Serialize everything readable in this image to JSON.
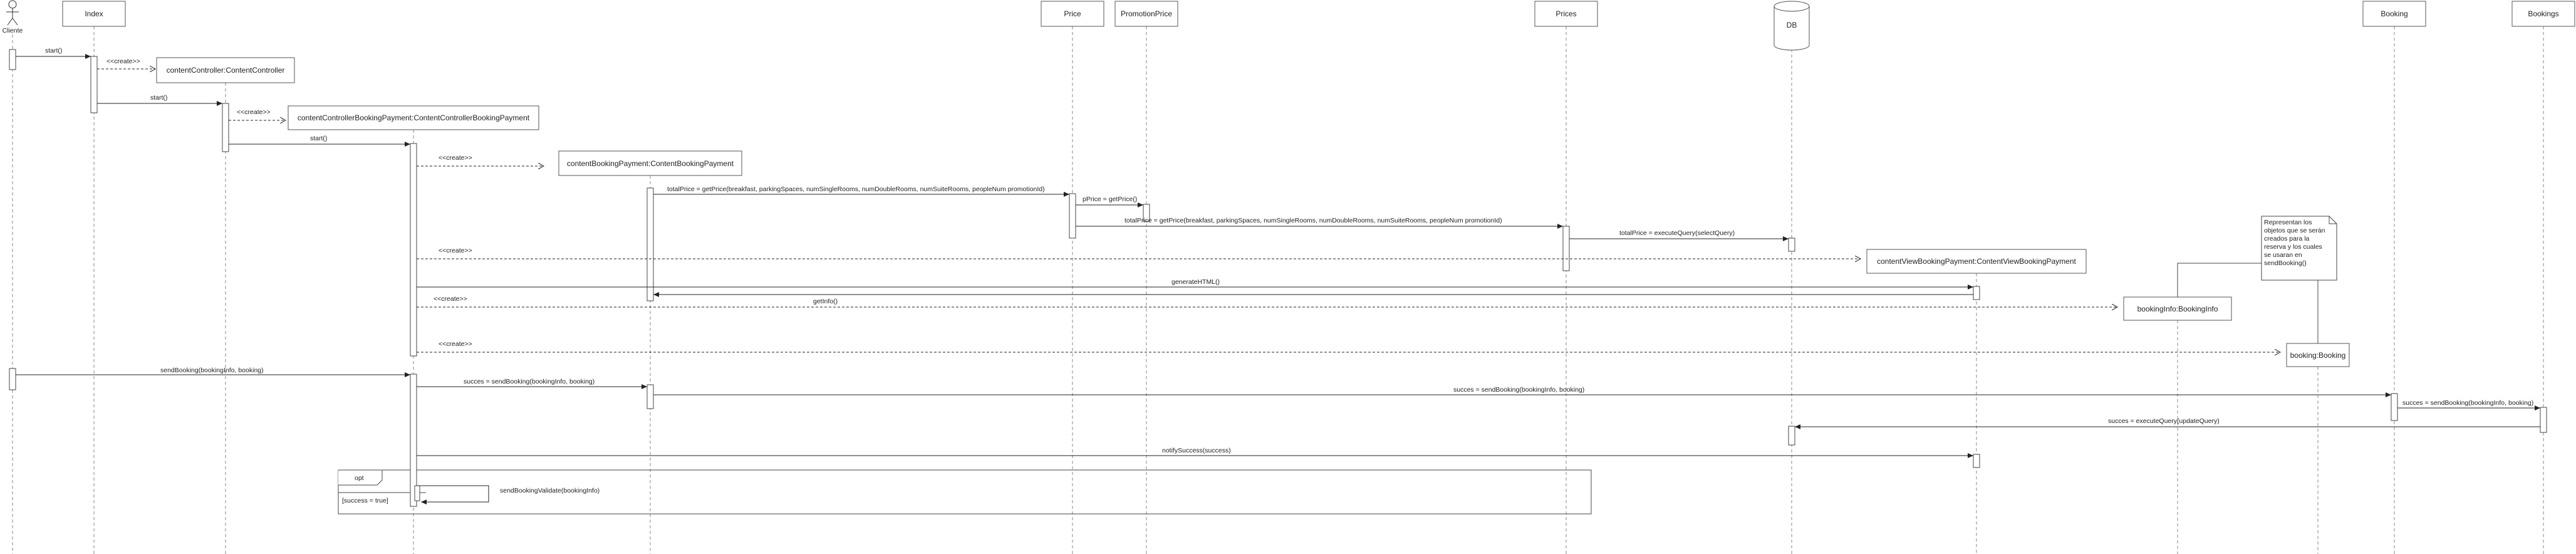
{
  "actor": {
    "label": "Cliente"
  },
  "participants": {
    "index": "Index",
    "price": "Price",
    "promotion_price": "PromotionPrice",
    "prices": "Prices",
    "db": "DB",
    "booking": "Booking",
    "bookings": "Bookings"
  },
  "objects": {
    "content_controller": "contentController:ContentController",
    "content_controller_booking_payment": "contentControllerBookingPayment:ContentControllerBookingPayment",
    "content_booking_payment": "contentBookingPayment:ContentBookingPayment",
    "content_view_booking_payment": "contentViewBookingPayment:ContentViewBookingPayment",
    "booking_info": "bookingInfo:BookingInfo",
    "booking_obj": "booking:Booking"
  },
  "messages": {
    "start1": "start()",
    "create1": "<<create>>",
    "start2": "start()",
    "create2": "<<create>>",
    "start3": "start()",
    "create3": "<<create>>",
    "total_price": "totalPrice = getPrice(breakfast, parkingSpaces, numSingleRooms, numDoubleRooms, numSuiteRooms, peopleNum promotionId)",
    "p_price": "pPrice = getPrice()",
    "total_price2": "totalPrice = getPrice(breakfast, parkingSpaces, numSingleRooms, numDoubleRooms, numSuiteRooms, peopleNum promotionId)",
    "execute_select": "totalPrice = executeQuery(selectQuery)",
    "create4": "<<create>>",
    "generate_html": "generateHTML()",
    "create5": "<<create>>",
    "get_info": "getInfo()",
    "create6": "<<create>>",
    "send_booking": "sendBooking(bookingInfo, booking)",
    "succes1": "succes = sendBooking(bookingInfo, booking)",
    "succes2": "succes = sendBooking(bookingInfo, booking)",
    "succes3": "succes = sendBooking(bookingInfo, booking)",
    "execute_update": "succes = executeQuery(updateQuery)",
    "notify": "notifySuccess(success)",
    "validate": "sendBookingValidate(bookingInfo)"
  },
  "fragment": {
    "operator": "opt",
    "guard": "[success = true]"
  },
  "note": {
    "lines": [
      "Representan los",
      "objetos que se serán",
      "creados para la",
      "reserva y los cuales",
      "se usaran en",
      "sendBooking()"
    ]
  }
}
